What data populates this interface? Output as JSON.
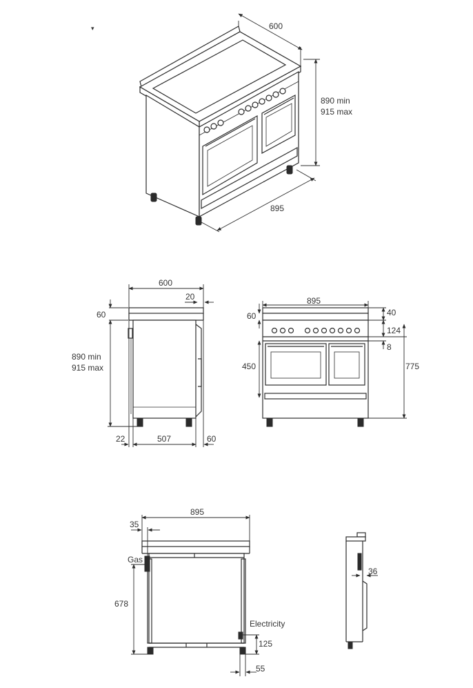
{
  "iso_view": {
    "depth": "600",
    "height_min": "890 min",
    "height_max": "915 max",
    "width": "895"
  },
  "side_view": {
    "depth": "600",
    "overhang_top": "20",
    "top_height": "60",
    "height_min": "890 min",
    "height_max": "915 max",
    "rear_offset": "22",
    "foot_spacing": "507",
    "front_offset": "60"
  },
  "front_view": {
    "width": "895",
    "top_height": "60",
    "backguard": "40",
    "panel": "124",
    "gap": "8",
    "oven_height": "450",
    "total_height": "775"
  },
  "install_view": {
    "width": "895",
    "gas_offset": "35",
    "gas_label": "Gas",
    "gas_height": "678",
    "electricity_label": "Electricity",
    "electricity_height": "125",
    "electricity_offset": "55"
  },
  "detail_view": {
    "depth": "36"
  }
}
